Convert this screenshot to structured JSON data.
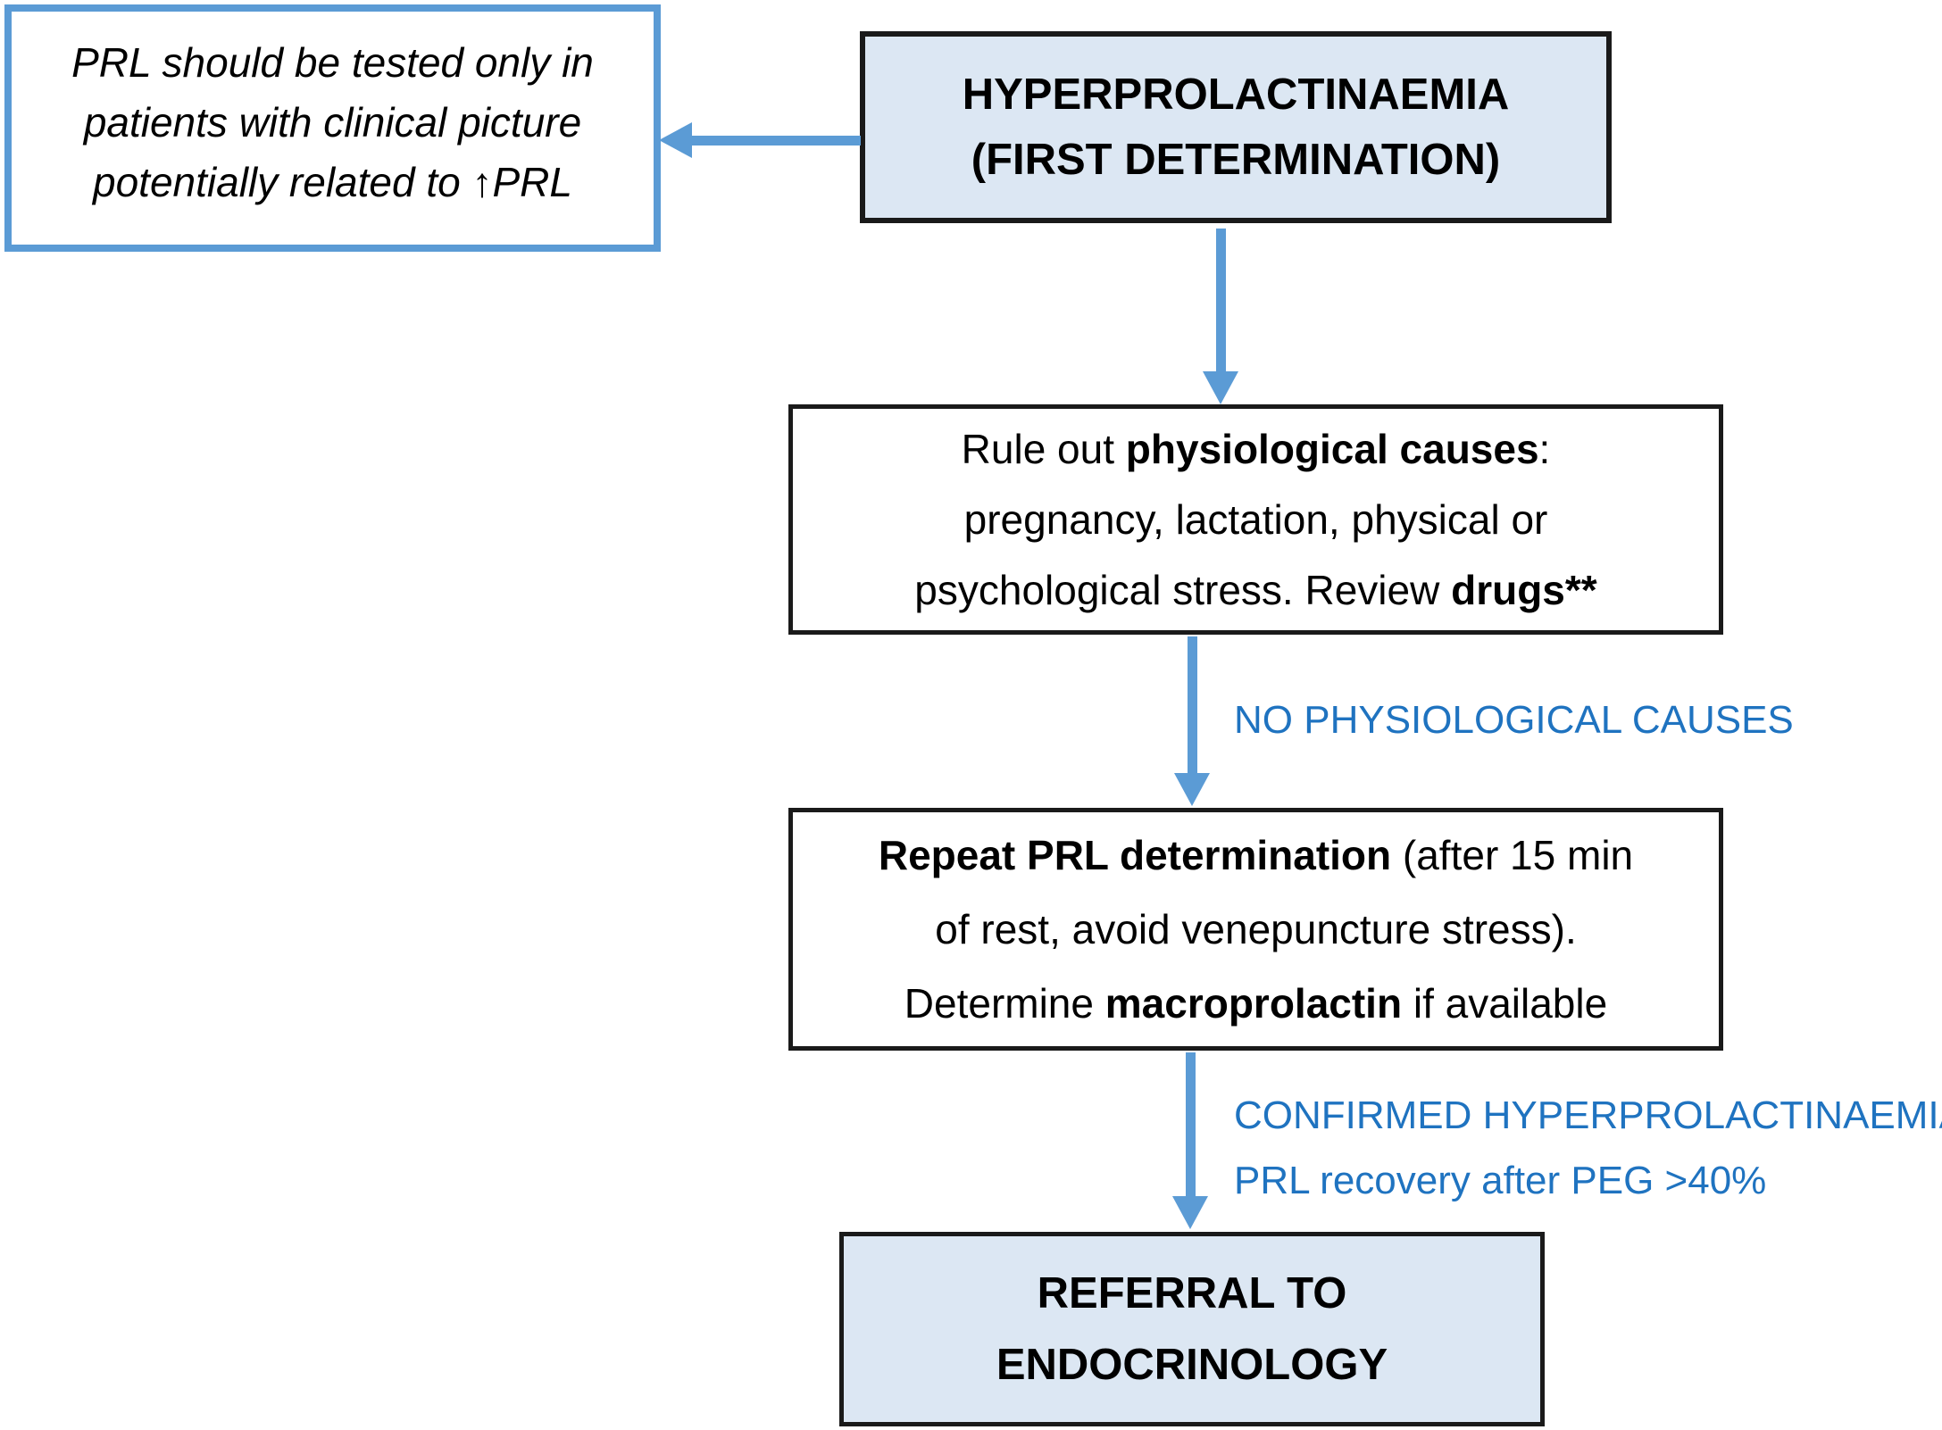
{
  "diagram": {
    "note_box": {
      "lines": [
        "PRL should be tested only in",
        "patients with clinical picture",
        "potentially related to ↑PRL"
      ]
    },
    "start_box": {
      "lines": [
        "HYPERPROLACTINAEMIA",
        "(FIRST DETERMINATION)"
      ]
    },
    "rule_out_box": {
      "line1_normal": "Rule out ",
      "line1_bold": "physiological causes",
      "line1_suffix": ":",
      "line2": "pregnancy, lactation, physical or",
      "line3_normal": "psychological stress. Review ",
      "line3_bold": "drugs**"
    },
    "repeat_box": {
      "line1_bold": "Repeat PRL determination",
      "line1_normal": " (after 15 min",
      "line2": "of rest, avoid venepuncture stress).",
      "line3_prefix": "Determine ",
      "line3_bold": "macroprolactin",
      "line3_suffix": " if available"
    },
    "referral_box": {
      "lines": [
        "REFERRAL TO",
        "ENDOCRINOLOGY"
      ]
    },
    "edge_labels": {
      "no_physiological_causes": "NO PHYSIOLOGICAL CAUSES",
      "confirmed_line1": "CONFIRMED HYPERPROLACTINAEMIA",
      "confirmed_line2": "PRL recovery after PEG >40%"
    },
    "colors": {
      "box_fill": "#dce7f3",
      "arrow_blue": "#5b9bd5",
      "label_blue": "#1f73c0",
      "border_black": "#1a1a1a"
    }
  }
}
